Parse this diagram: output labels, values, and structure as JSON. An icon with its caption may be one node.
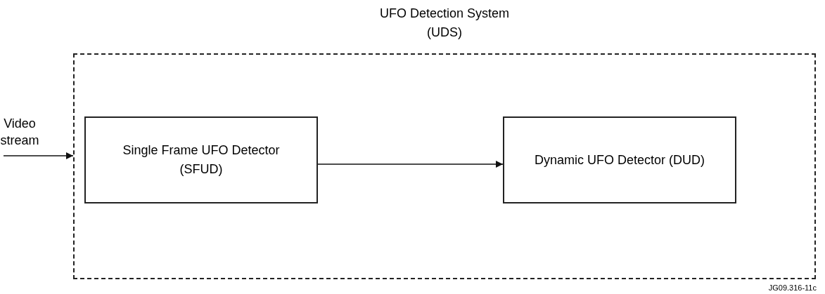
{
  "diagram": {
    "nodes": [
      {
        "text": [
          "UFO Detection System (UDS)"
        ]
      },
      {
        "text": [
          "Single Frame UFO Detector (SFUD)"
        ],
        "in": 0
      },
      {
        "text": [
          "Dynamic UFO Detector (DUD)"
        ],
        "in": 0
      }
    ],
    "edges": [
      {
        "from": null,
        "to": 0,
        "arrow": "to",
        "label": "Video stream"
      },
      {
        "from": 1,
        "to": 2,
        "arrow": "to"
      }
    ],
    "labels": [
      "JG09.316-11c"
    ]
  }
}
